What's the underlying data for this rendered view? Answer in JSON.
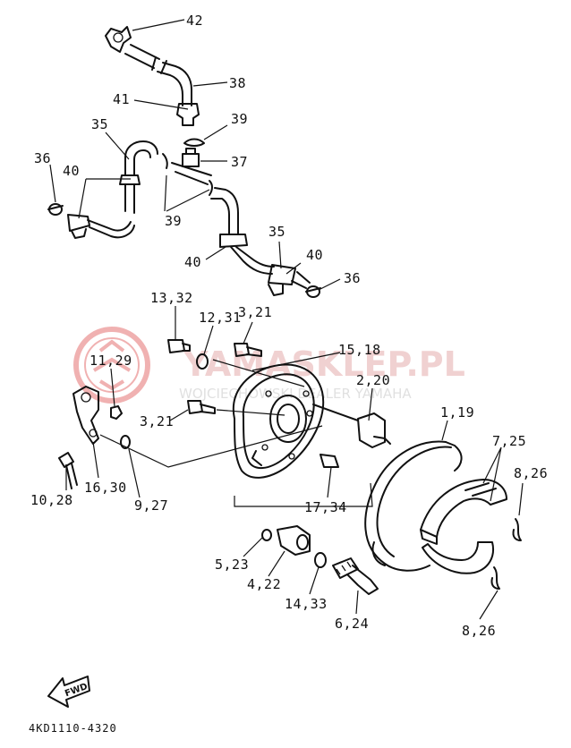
{
  "watermark": {
    "brand": "YAMASKLEP.PL",
    "subtitle": "WOJCIECHOWSKI DEALER YAMAHA",
    "logo_color": "#e57373"
  },
  "callouts": [
    {
      "id": "c42",
      "text": "42"
    },
    {
      "id": "c38",
      "text": "38"
    },
    {
      "id": "c41",
      "text": "41"
    },
    {
      "id": "c39a",
      "text": "39"
    },
    {
      "id": "c35a",
      "text": "35"
    },
    {
      "id": "c37",
      "text": "37"
    },
    {
      "id": "c36a",
      "text": "36"
    },
    {
      "id": "c40a",
      "text": "40"
    },
    {
      "id": "c39b",
      "text": "39"
    },
    {
      "id": "c35b",
      "text": "35"
    },
    {
      "id": "c40b",
      "text": "40"
    },
    {
      "id": "c40c",
      "text": "40"
    },
    {
      "id": "c36b",
      "text": "36"
    },
    {
      "id": "c1332",
      "text": "13,32"
    },
    {
      "id": "c1231",
      "text": "12,31"
    },
    {
      "id": "c321a",
      "text": "3,21"
    },
    {
      "id": "c1518",
      "text": "15,18"
    },
    {
      "id": "c1129",
      "text": "11,29"
    },
    {
      "id": "c220",
      "text": "2,20"
    },
    {
      "id": "c119",
      "text": "1,19"
    },
    {
      "id": "c321b",
      "text": "3,21"
    },
    {
      "id": "c725",
      "text": "7,25"
    },
    {
      "id": "c826a",
      "text": "8,26"
    },
    {
      "id": "c1028",
      "text": "10,28"
    },
    {
      "id": "c1630",
      "text": "16,30"
    },
    {
      "id": "c927",
      "text": "9,27"
    },
    {
      "id": "c1734",
      "text": "17,34"
    },
    {
      "id": "c523",
      "text": "5,23"
    },
    {
      "id": "c422",
      "text": "4,22"
    },
    {
      "id": "c1433",
      "text": "14,33"
    },
    {
      "id": "c624",
      "text": "6,24"
    },
    {
      "id": "c826b",
      "text": "8,26"
    }
  ],
  "direction_badge": "FWD",
  "diagram_code": "4KD1110-4320"
}
